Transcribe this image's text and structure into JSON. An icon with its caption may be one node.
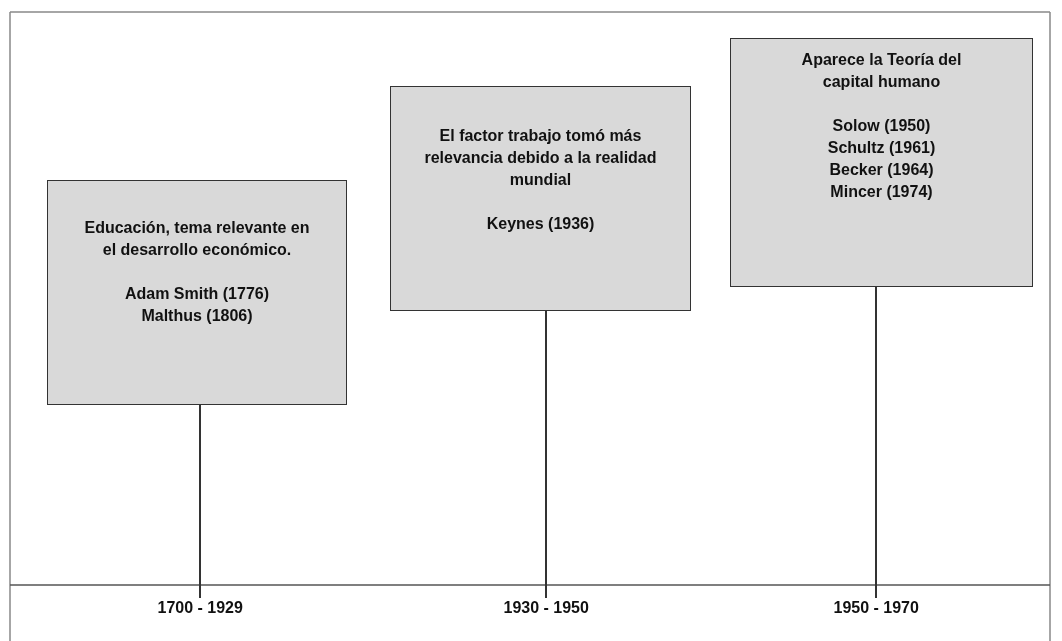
{
  "diagram": {
    "nodes": [
      {
        "text": [
          "Educación, tema relevante en el desarrollo económico.",
          "Adam Smith (1776)",
          "Malthus (1806)"
        ]
      },
      {
        "text": [
          "El factor trabajo tomó más relevancia debido a la realidad mundial",
          "Keynes (1936)"
        ]
      },
      {
        "text": [
          "Aparece la Teoría del capital humano",
          "Solow (1950)",
          "Schultz (1961)",
          "Becker (1964)",
          "Mincer (1974)"
        ]
      },
      {
        "text": [
          "1700 - 1929"
        ]
      },
      {
        "text": [
          "1930 - 1950"
        ]
      },
      {
        "text": [
          "1950 - 1970"
        ]
      }
    ],
    "edges": [
      {
        "from": 0,
        "to": 3,
        "arrow": "none"
      },
      {
        "from": 1,
        "to": 4,
        "arrow": "none"
      },
      {
        "from": 2,
        "to": 5,
        "arrow": "none"
      }
    ]
  }
}
